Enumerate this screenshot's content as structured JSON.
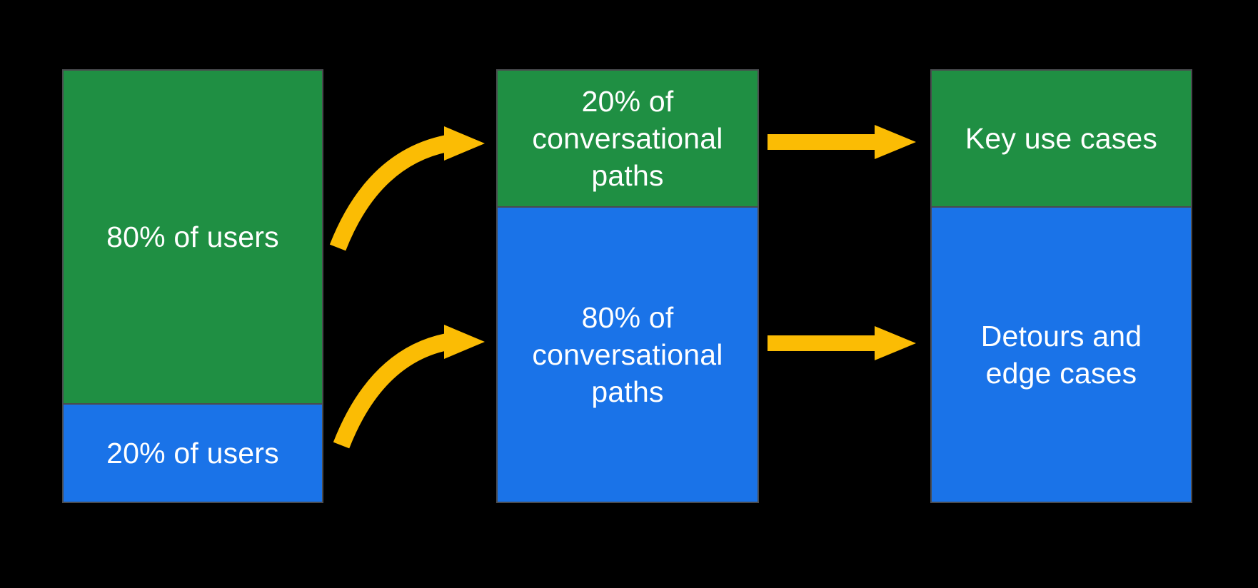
{
  "colors": {
    "background": "#000000",
    "green": "#1f8f43",
    "blue": "#1a73e8",
    "yellow": "#fbbc04",
    "border": "#4a4b4f",
    "text": "#ffffff"
  },
  "columns": {
    "users": {
      "green_label": "80% of users",
      "blue_label": "20% of users"
    },
    "paths": {
      "green_label": "20% of\nconversational\npaths",
      "blue_label": "80% of\nconversational\npaths"
    },
    "outcomes": {
      "green_label": "Key use cases",
      "blue_label": "Detours and\nedge cases"
    }
  },
  "arrows": [
    {
      "id": "users-80-to-paths-20",
      "type": "curved",
      "from": "80% of users",
      "to": "20% of conversational paths",
      "color": "yellow"
    },
    {
      "id": "users-20-to-paths-80",
      "type": "curved",
      "from": "20% of users",
      "to": "80% of conversational paths",
      "color": "yellow"
    },
    {
      "id": "paths-20-to-key-use-cases",
      "type": "straight",
      "from": "20% of conversational paths",
      "to": "Key use cases",
      "color": "yellow"
    },
    {
      "id": "paths-80-to-detours",
      "type": "straight",
      "from": "80% of conversational paths",
      "to": "Detours and edge cases",
      "color": "yellow"
    }
  ]
}
